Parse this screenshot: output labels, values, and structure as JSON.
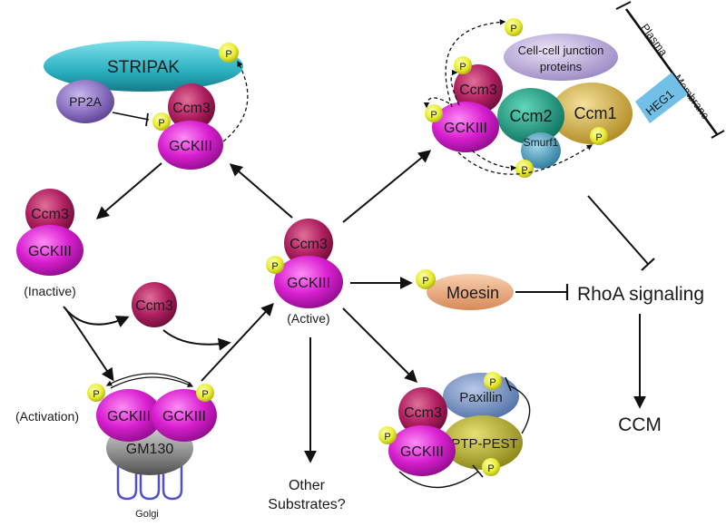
{
  "labels": {
    "stripak": "STRIPAK",
    "pp2a": "PP2A",
    "ccm3": "Ccm3",
    "gckiii": "GCKIII",
    "inactive": "(Inactive)",
    "active": "(Active)",
    "activation": "(Activation)",
    "gm130": "GM130",
    "golgi": "Golgi",
    "other_substrates_1": "Other",
    "other_substrates_2": "Substrates?",
    "moesin": "Moesin",
    "rhoa": "RhoA signaling",
    "ccm": "CCM",
    "paxillin": "Paxillin",
    "ptp_pest": "PTP-PEST",
    "junction_1": "Cell-cell junction",
    "junction_2": "proteins",
    "ccm2": "Ccm2",
    "ccm1": "Ccm1",
    "smurf1": "Smurf1",
    "heg1": "HEG1",
    "plasma": "Plasma",
    "membrane": "Membrane",
    "p": "P"
  },
  "colors": {
    "gckiii": "#d81fd0",
    "ccm3": "#b02060",
    "stripak": "#2ab0c0",
    "pp2a": "#8a6fc0",
    "phospho": "#e8ec30",
    "moesin": "#e6a070",
    "gm130": "#8c8c8c",
    "golgi": "#5050c8",
    "paxillin": "#7090c0",
    "ptp_pest": "#b8b020",
    "ccm2": "#1aa088",
    "ccm1": "#d8b848",
    "smurf1": "#4aa0c0",
    "junction": "#b8a8d8",
    "heg1": "#70c0e8"
  }
}
